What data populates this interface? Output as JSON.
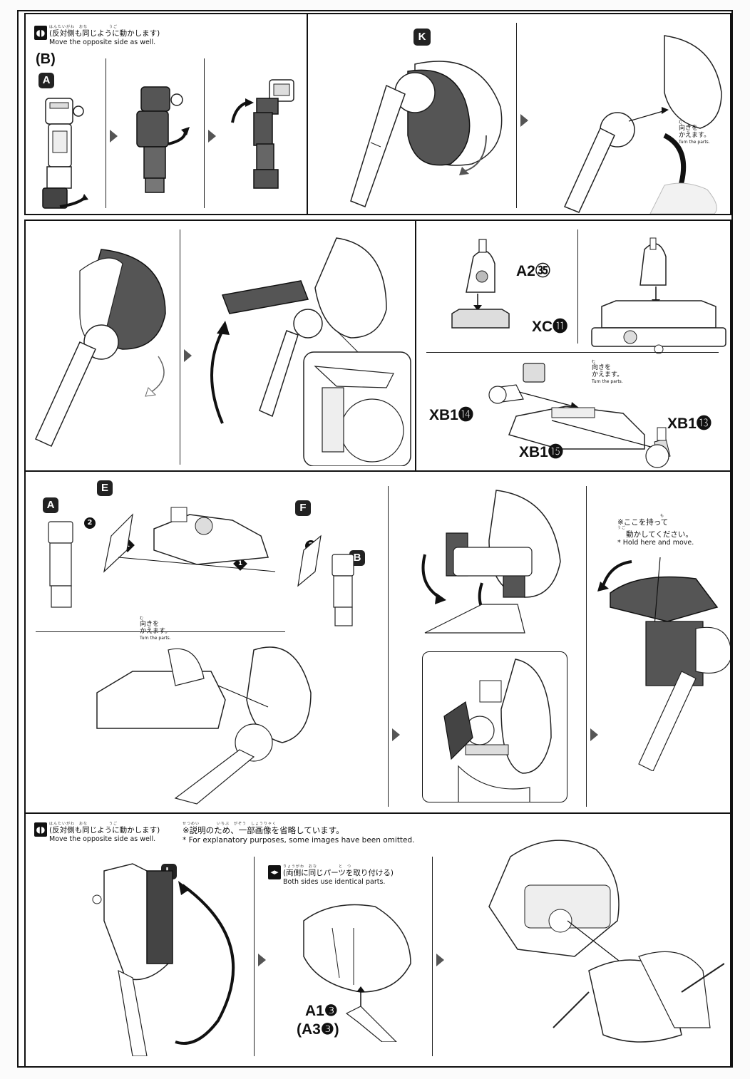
{
  "notes": {
    "mirror_jp": "(反対側も同じように動かします)",
    "mirror_ruby": "はんたいがわ　おな　　　　　うご",
    "mirror_en": "Move the opposite side as well.",
    "turn_jp_1": "向きを",
    "turn_jp_2": "かえます。",
    "turn_ruby": "む",
    "turn_en": "Turn the parts.",
    "hold_jp_1": "※ここを持って",
    "hold_jp_2": "動かしてください。",
    "hold_ruby_1": "も",
    "hold_ruby_2": "うご",
    "hold_en": "* Hold here and move.",
    "omit_jp": "※説明のため、一部画像を省略しています。",
    "omit_ruby": "せつめい　　　　いちぶ　がぞう　しょうりゃく",
    "omit_en": "* For explanatory purposes, some images have been omitted.",
    "both_jp": "(両側に同じパーツを取り付ける)",
    "both_ruby": "りょうがわ　おな　　　　　と　つ",
    "both_en": "Both sides use identical parts."
  },
  "letters": {
    "b_paren": "(B)",
    "a": "A",
    "k": "K",
    "e": "E",
    "f": "F",
    "b": "B",
    "l": "L"
  },
  "parts": {
    "a2": "A2㉟",
    "xc": "XC⓫",
    "xb1_14": "XB1⓮",
    "xb1_13": "XB1⓭",
    "xb1_15": "XB1⓯",
    "a1": "A1❸",
    "a3": "(A3❸)"
  },
  "steps": {
    "one": "1",
    "two": "2"
  },
  "icons": {
    "mirror": "mirror-icon",
    "both": "both-sides-icon",
    "arrow": "arrow-right-icon"
  }
}
